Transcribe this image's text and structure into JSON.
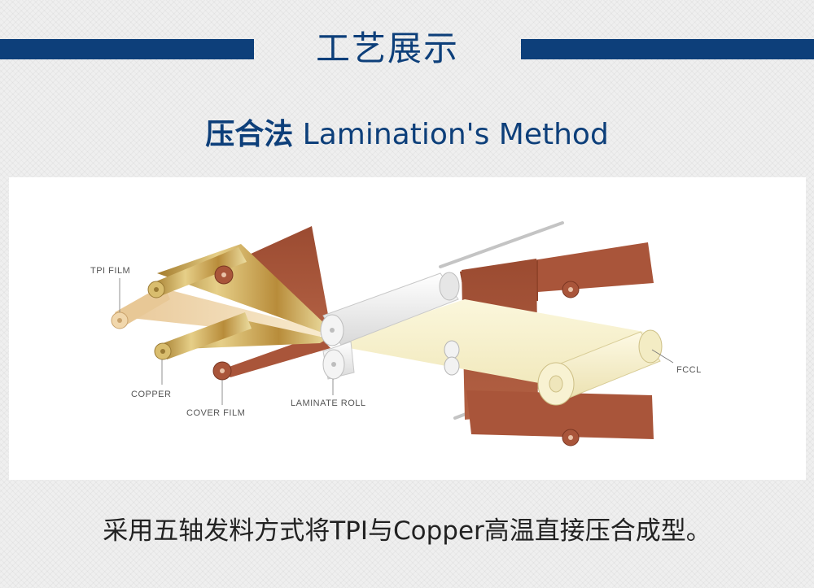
{
  "header": {
    "title": "工艺展示"
  },
  "section": {
    "title_cn": "压合法",
    "title_en": "Lamination's Method"
  },
  "diagram": {
    "labels": {
      "tpi_film": "TPI FILM",
      "copper": "COPPER",
      "cover_film": "COVER FILM",
      "laminate_roll": "LAMINATE ROLL",
      "fccl": "FCCL"
    }
  },
  "caption": {
    "text": "采用五轴发料方式将TPI与Copper高温直接压合成型。"
  },
  "colors": {
    "navy": "#0d3f7a",
    "brown": "#a9553a",
    "gold": "#c9a24a",
    "cream": "#f7f2cf"
  }
}
